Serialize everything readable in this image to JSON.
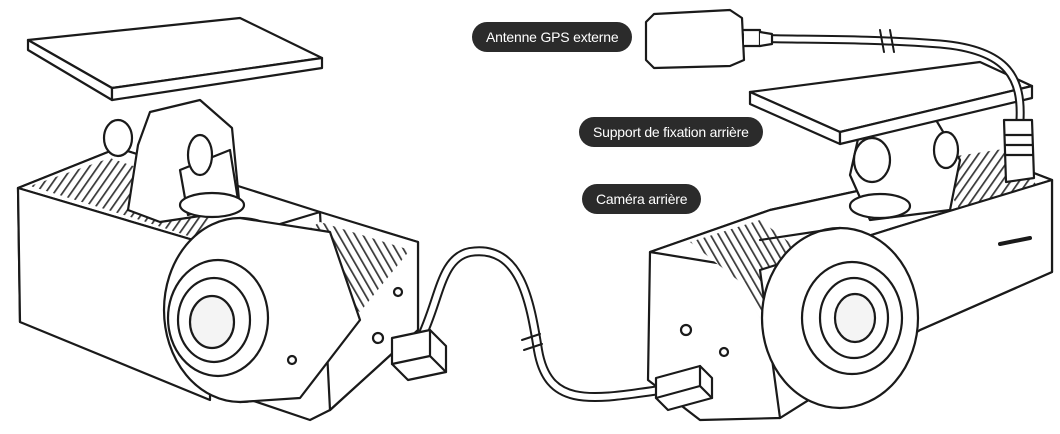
{
  "labels": {
    "gps_antenna": "Antenne GPS externe",
    "rear_mount": "Support de fixation arrière",
    "rear_camera": "Caméra arrière"
  },
  "colors": {
    "stroke": "#1a1a1a",
    "label_bg": "#2b2b2b",
    "label_text": "#ffffff",
    "vent": "#3a3a3a"
  }
}
